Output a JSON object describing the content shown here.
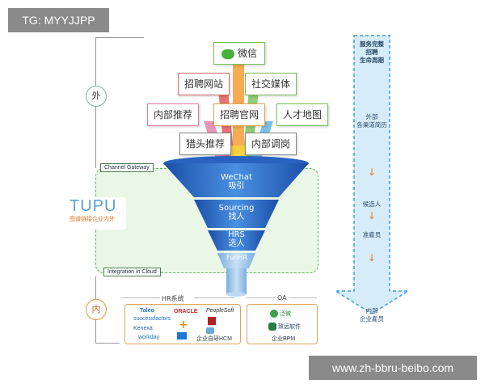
{
  "watermark_top": "TG: MYYJJPP",
  "watermark_bottom": "www.zh-bbru-beibo.com",
  "labels": {
    "outer": "外",
    "inner": "内"
  },
  "channel_gateway": "Channel Gateway",
  "integration_cloud": "Integration in Cloud",
  "logo": {
    "text": "TUPU",
    "subtitle": "图谱链接企业内外"
  },
  "channels": {
    "wechat": "微信",
    "recruit_site": "招聘网站",
    "social_media": "社交媒体",
    "referral": "内部推荐",
    "official_site": "招聘官网",
    "talent_map": "人才地图",
    "headhunter": "猎头推荐",
    "internal_transfer": "内部调岗"
  },
  "funnel": {
    "l1_en": "WeChat",
    "l1_cn": "吸引",
    "l2_en": "Sourcing",
    "l2_cn": "找人",
    "l3_en": "HRS",
    "l3_cn": "选人",
    "l4_en": "FunHR"
  },
  "right": {
    "title": "服务完整\n招聘\n生命周期",
    "stage1": "外部\n各渠道简历",
    "stage2": "候选人",
    "stage3": "准雇员",
    "stage4": "内部\n企业雇员",
    "arrow": "↓"
  },
  "bottom": {
    "hrs_title": "HR系统",
    "oa_title": "OA",
    "hrs_items": [
      "Taleo",
      "successfactors",
      "ORACLE",
      "PeopleSoft",
      "Kenexa",
      "workday",
      "企业自研HCM"
    ],
    "oa_items": [
      "泛微",
      "致远软件",
      "企业BPM"
    ]
  },
  "colors": {
    "funnel_blue": "#2a6fd0",
    "dashed_green": "#5cb85c",
    "arrow_blue": "#cfe8f7"
  }
}
